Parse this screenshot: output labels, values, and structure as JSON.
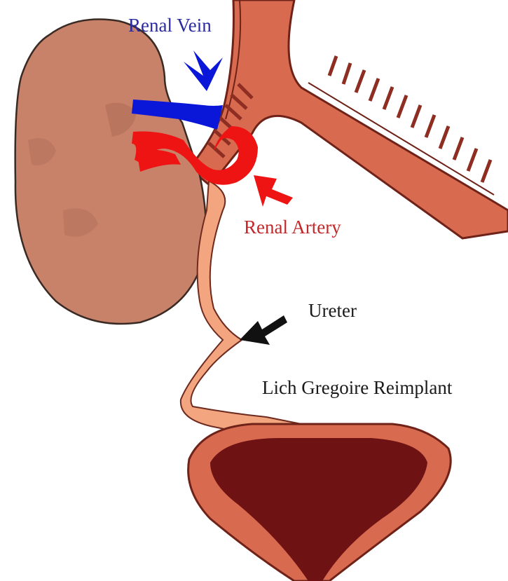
{
  "labels": {
    "renal_vein": "Renal Vein",
    "renal_artery": "Renal  Artery",
    "ureter": "Ureter",
    "reimplant": "Lich Gregoire Reimplant"
  },
  "colors": {
    "background": "#ffffff",
    "kidney": "#c9826a",
    "kidney_outline": "#3a2a24",
    "aorta": "#d86a4f",
    "aorta_dark": "#8e2e22",
    "ureter": "#f2a57f",
    "vein": "#0a17d8",
    "artery": "#ee1414",
    "bladder_wall": "#d86a4f",
    "bladder_lumen": "#6e1214",
    "label_vein": "#2a2aa0",
    "label_artery": "#c0282a",
    "label_black": "#1a1a1a"
  },
  "icons": {
    "vein_arrow": "arrow-down-icon",
    "artery_arrow": "arrow-left-icon",
    "ureter_arrow": "arrow-down-left-icon"
  }
}
